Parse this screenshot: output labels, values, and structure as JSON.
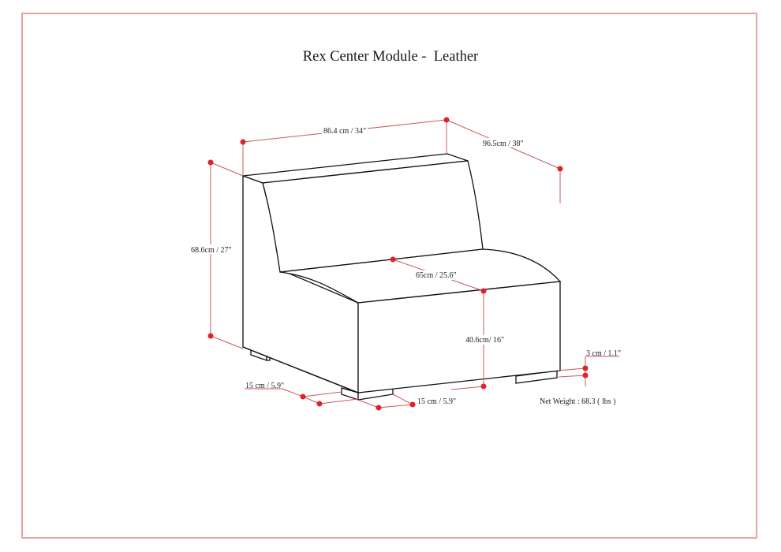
{
  "title": "Rex Center Module -  Leather",
  "colors": {
    "frame": "#e8a0a0",
    "dimension_line": "#c85a5a",
    "dimension_dot": "#e0202a",
    "outline": "#111111"
  },
  "dimensions": {
    "width": "86.4 cm / 34\"",
    "depth": "96.5cm / 38\"",
    "height": "68.6cm / 27\"",
    "seat_depth": "65cm / 25.6\"",
    "seat_height": "40.6cm/ 16\"",
    "leg_height": "3 cm / 1.1\"",
    "leg_inset_side": "15 cm / 5.9\"",
    "leg_inset_front": "15 cm / 5.9\""
  },
  "net_weight": "Net Weight : 68.3 ( lbs )"
}
